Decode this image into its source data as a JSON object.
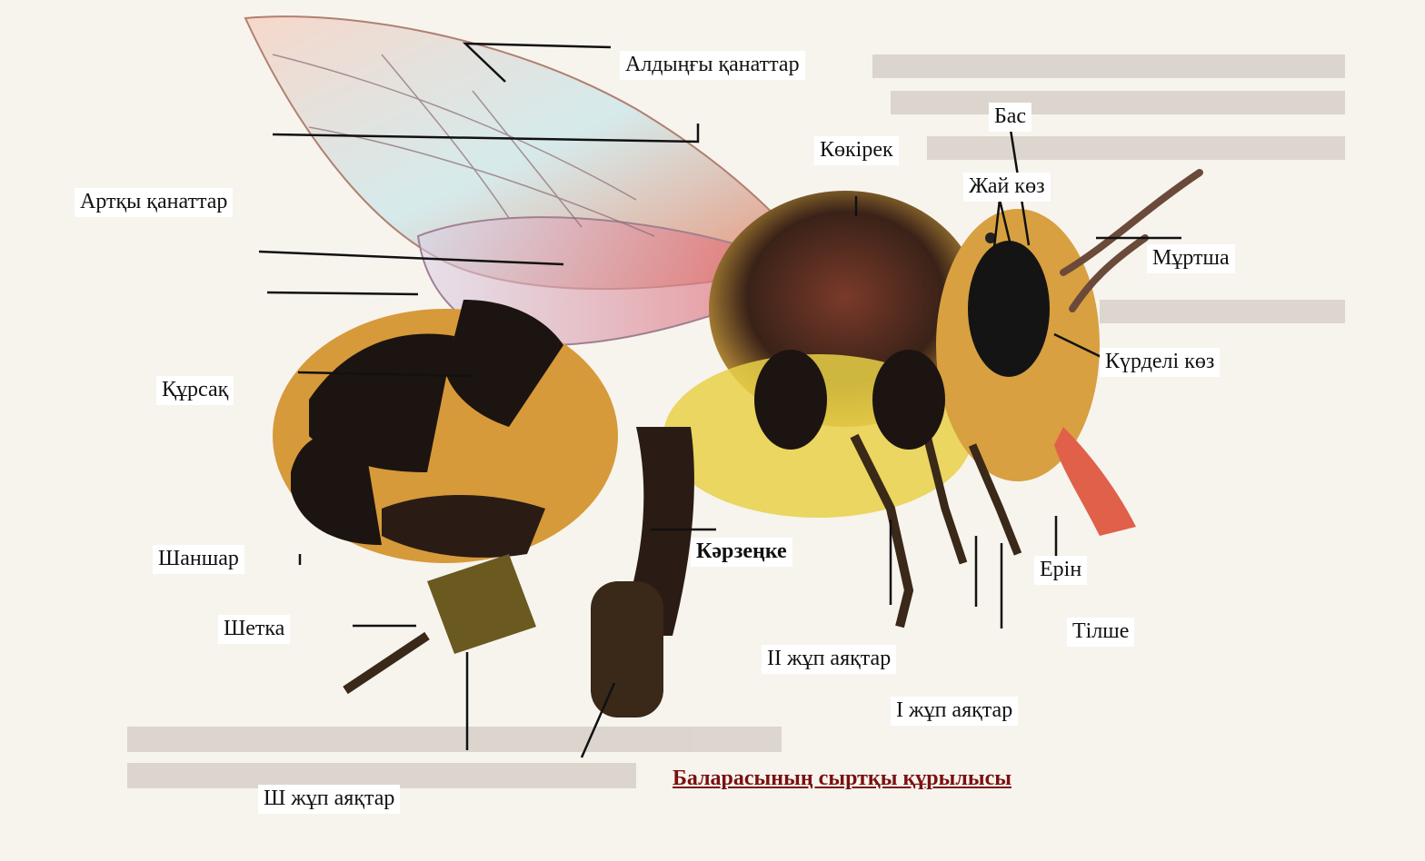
{
  "diagram": {
    "caption": "Баларасының сыртқы құрылысы",
    "labels": {
      "front_wings": "Алдыңғы қанаттар",
      "hind_wings": "Артқы қанаттар",
      "head": "Бас",
      "thorax": "Көкірек",
      "simple_eye": "Жай көз",
      "antenna": "Мұртша",
      "compound_eye": "Күрделі көз",
      "abdomen": "Құрсақ",
      "basket": "Кәрзеңке",
      "stinger": "Шаншар",
      "brush": "Шетка",
      "lip": "Ерін",
      "tongue": "Тілше",
      "leg_pair_2": "ІІ жұп аяқтар",
      "leg_pair_1": "І жұп аяқтар",
      "leg_pair_3": "Ш жұп аяқтар"
    }
  },
  "colors": {
    "body_black": "#1c1410",
    "body_orange": "#d69a3a",
    "hair_yellow": "#e8d046",
    "wing_pink": "#f3b7a6",
    "wing_blue": "#bfe3ea",
    "caption_red": "#7a1010"
  }
}
